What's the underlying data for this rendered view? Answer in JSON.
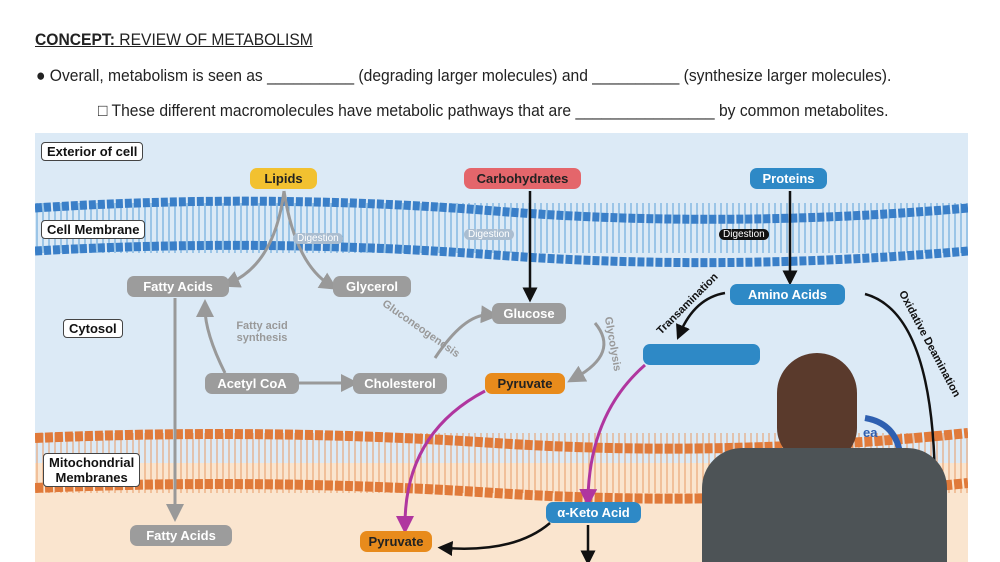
{
  "heading": {
    "bold": "CONCEPT:",
    "rest": " REVIEW OF METABOLISM"
  },
  "line1": "● Overall, metabolism is seen as __________ (degrading larger molecules) and __________ (synthesize larger molecules).",
  "line2": "□ These different macromolecules have metabolic pathways that are ________________ by common metabolites.",
  "diagram": {
    "labels": {
      "exterior": "Exterior of cell",
      "membrane": "Cell Membrane",
      "cytosol": "Cytosol",
      "mito1": "Mitochondrial",
      "mito2": "Membranes"
    },
    "nodes": {
      "lipids": "Lipids",
      "carbs": "Carbohydrates",
      "proteins": "Proteins",
      "fatty_acids": "Fatty Acids",
      "glycerol": "Glycerol",
      "glucose": "Glucose",
      "amino_acids": "Amino Acids",
      "acetyl_coa": "Acetyl CoA",
      "cholesterol": "Cholesterol",
      "pyruvate": "Pyruvate",
      "fatty_acids_mito": "Fatty Acids",
      "pyruvate_mito": "Pyruvate",
      "keto_acid": "α-Keto Acid"
    },
    "processes": {
      "digestion": "Digestion",
      "fa_synth": "Fatty acid synthesis",
      "gluconeo": "Gluconeogenesis",
      "glycolysis": "Glycolysis",
      "transamination": "Transamination",
      "ox_deam": "Oxidative Deamination",
      "urea": "ea"
    },
    "colors": {
      "cytosol": "#dceaf6",
      "matrix": "#fae5cf",
      "cell_membrane": "#3a7fc8",
      "mito_membrane": "#e07a3a",
      "arrow_magenta": "#b0369f"
    }
  }
}
